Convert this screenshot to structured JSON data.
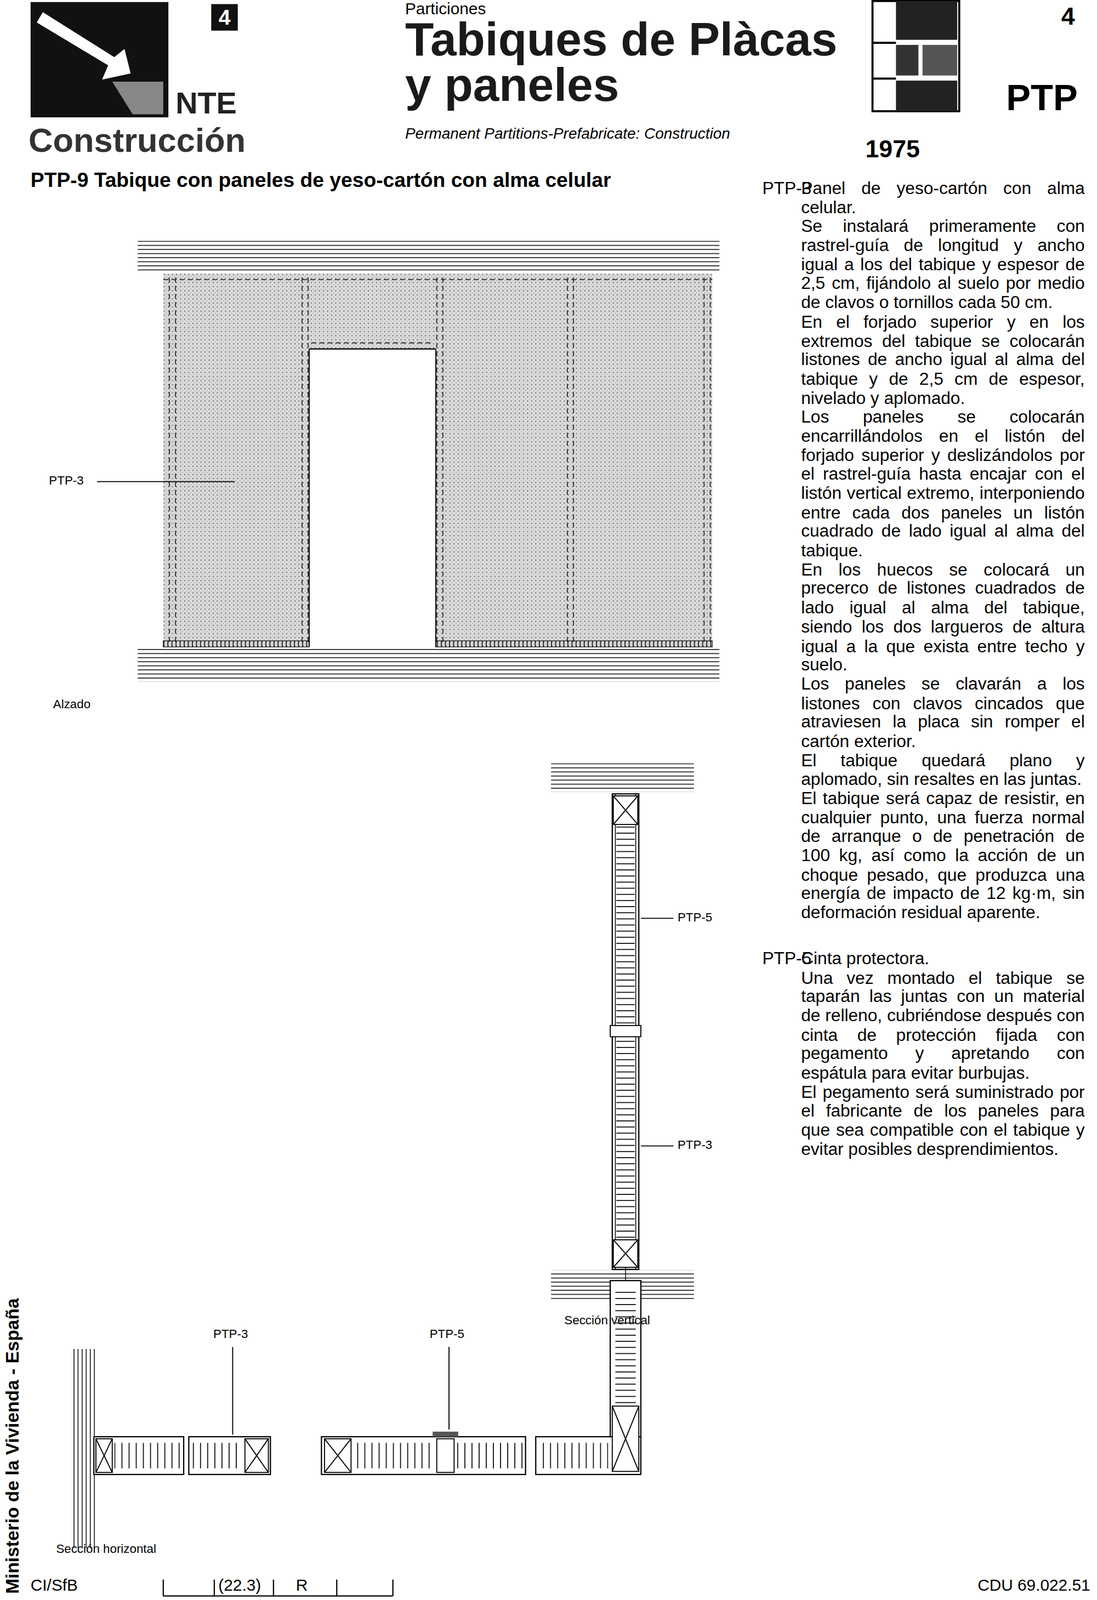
{
  "diagram": {
    "title": "Tabiques de Plàcas y paneles",
    "labels": [
      "4",
      "NTE",
      "Construcción",
      "Particiones",
      "Permanent Partitions-Prefabricate: Construction",
      "4",
      "PTP",
      "1975",
      "PTP-9 Tabique con paneles de yeso-cartón con alma celular",
      "PTP-3",
      "Alzado",
      "PTP-5",
      "PTP-3",
      "Sección vertical",
      "PTP-3",
      "PTP-5",
      "Sección horizontal",
      "Ministerio de la Vivienda - España",
      "CI/SfB",
      "(22.3)",
      "R",
      "CDU 69.022.51",
      "PTP-3",
      "Panel de yeso-cartón con alma celular.",
      "Se instalará primeramente con rastrel-guía de longitud y ancho igual a los del tabique y espesor de 2,5 cm, fijándolo al suelo por medio de clavos o tornillos cada 50 cm.",
      "En el forjado superior y en los extremos del tabique se colocarán listones de ancho igual al alma del tabique y de 2,5 cm de espesor, nivelado y aplomado.",
      "Los paneles se colocarán encarrillándolos en el listón del forjado superior y deslizándolos por el rastrel-guía hasta encajar con el listón vertical extremo, interponiendo entre cada dos paneles un listón cuadrado de lado igual al alma del tabique.",
      "En los huecos se colocará un precerco de listones cuadrados de lado igual al alma del tabique, siendo los dos largueros de altura igual a la que exista entre techo y suelo.",
      "Los paneles se clavarán a los listones con clavos cincados que atraviesen la placa sin romper el cartón exterior.",
      "El tabique quedará plano y aplomado, sin resaltes en las juntas.",
      "El tabique será capaz de resistir, en cualquier punto, una fuerza normal de arranque o de penetración de 100 kg, así como la acción de un choque pesado, que produzca una energía de impacto de 12 kg·m, sin deformación residual aparente.",
      "PTP-5",
      "Cinta protectora.",
      "Una vez montado el tabique se taparán las juntas con un material de relleno, cubriéndose después con cinta de protección fijada con pegamento y apretando con espátula para evitar burbujas.",
      "El pegamento será suministrado por el fabricante de los paneles para que sea compatible con el tabique y evitar posibles desprendimientos."
    ]
  }
}
